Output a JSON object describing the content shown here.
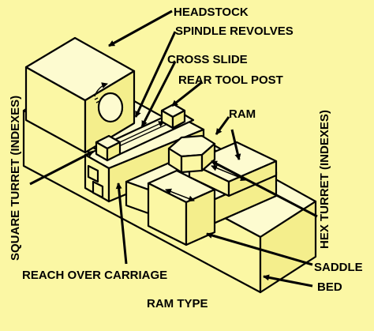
{
  "labels": {
    "headstock": "HEADSTOCK",
    "spindle": "SPINDLE REVOLVES",
    "cross_slide": "CROSS SLIDE",
    "rear_tool_post": "REAR TOOL POST",
    "ram": "RAM",
    "square_turret": "SQUARE TURRET (INDEXES)",
    "hex_turret": "HEX TURRET (INDEXES)",
    "reach_over": "REACH OVER CARRIAGE",
    "saddle": "SADDLE",
    "bed": "BED",
    "caption": "RAM TYPE"
  },
  "colors": {
    "background": "#fbf7a4",
    "ink": "#000000"
  }
}
